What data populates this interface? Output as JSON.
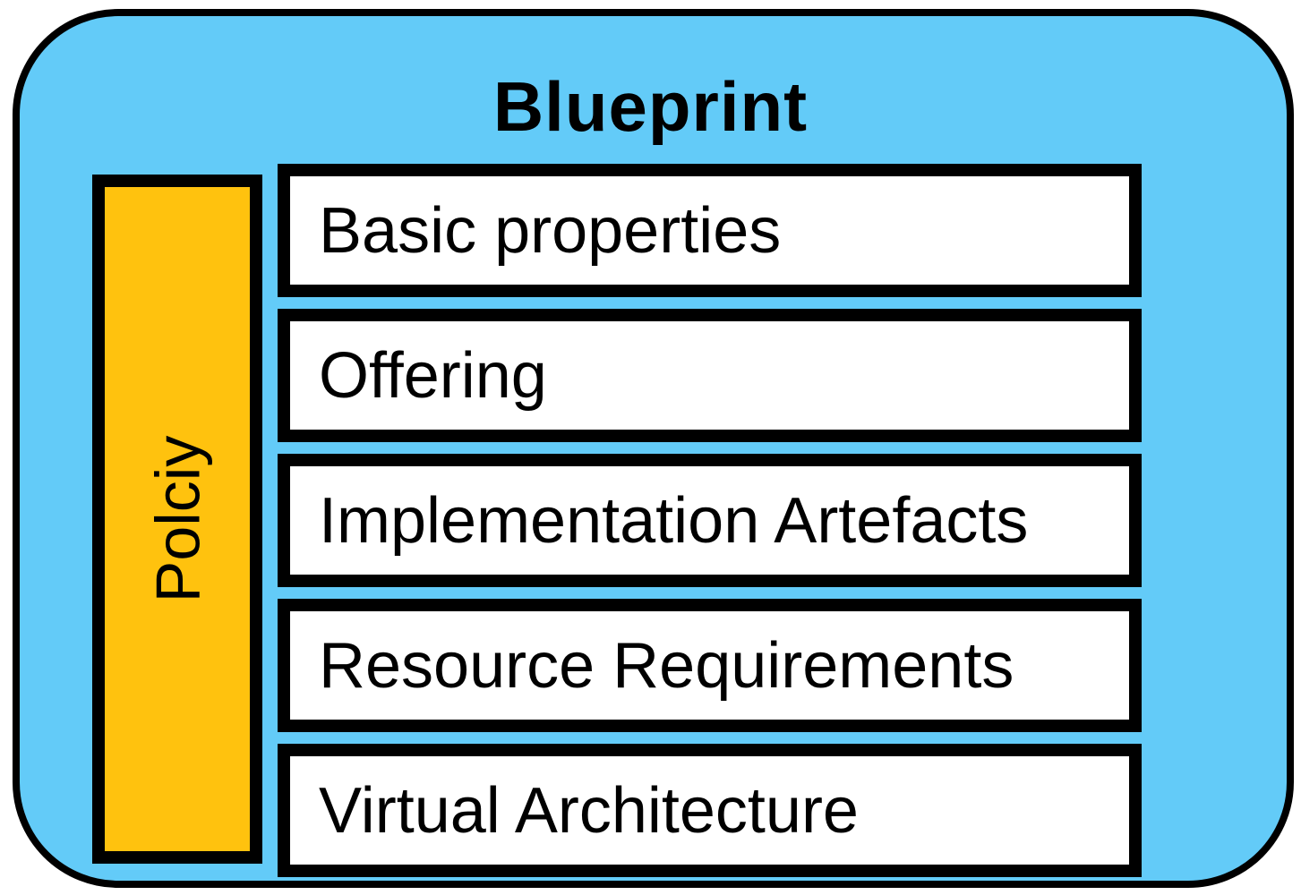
{
  "blueprint": {
    "title": "Blueprint",
    "policy_label": "Polciy",
    "sections": [
      "Basic properties",
      "Offering",
      "Implementation Artefacts",
      "Resource Requirements",
      "Virtual Architecture"
    ],
    "colors": {
      "container_fill": "#63CBF8",
      "policy_fill": "#FFC20E",
      "section_fill": "#FFFFFF",
      "border": "#000000"
    }
  }
}
